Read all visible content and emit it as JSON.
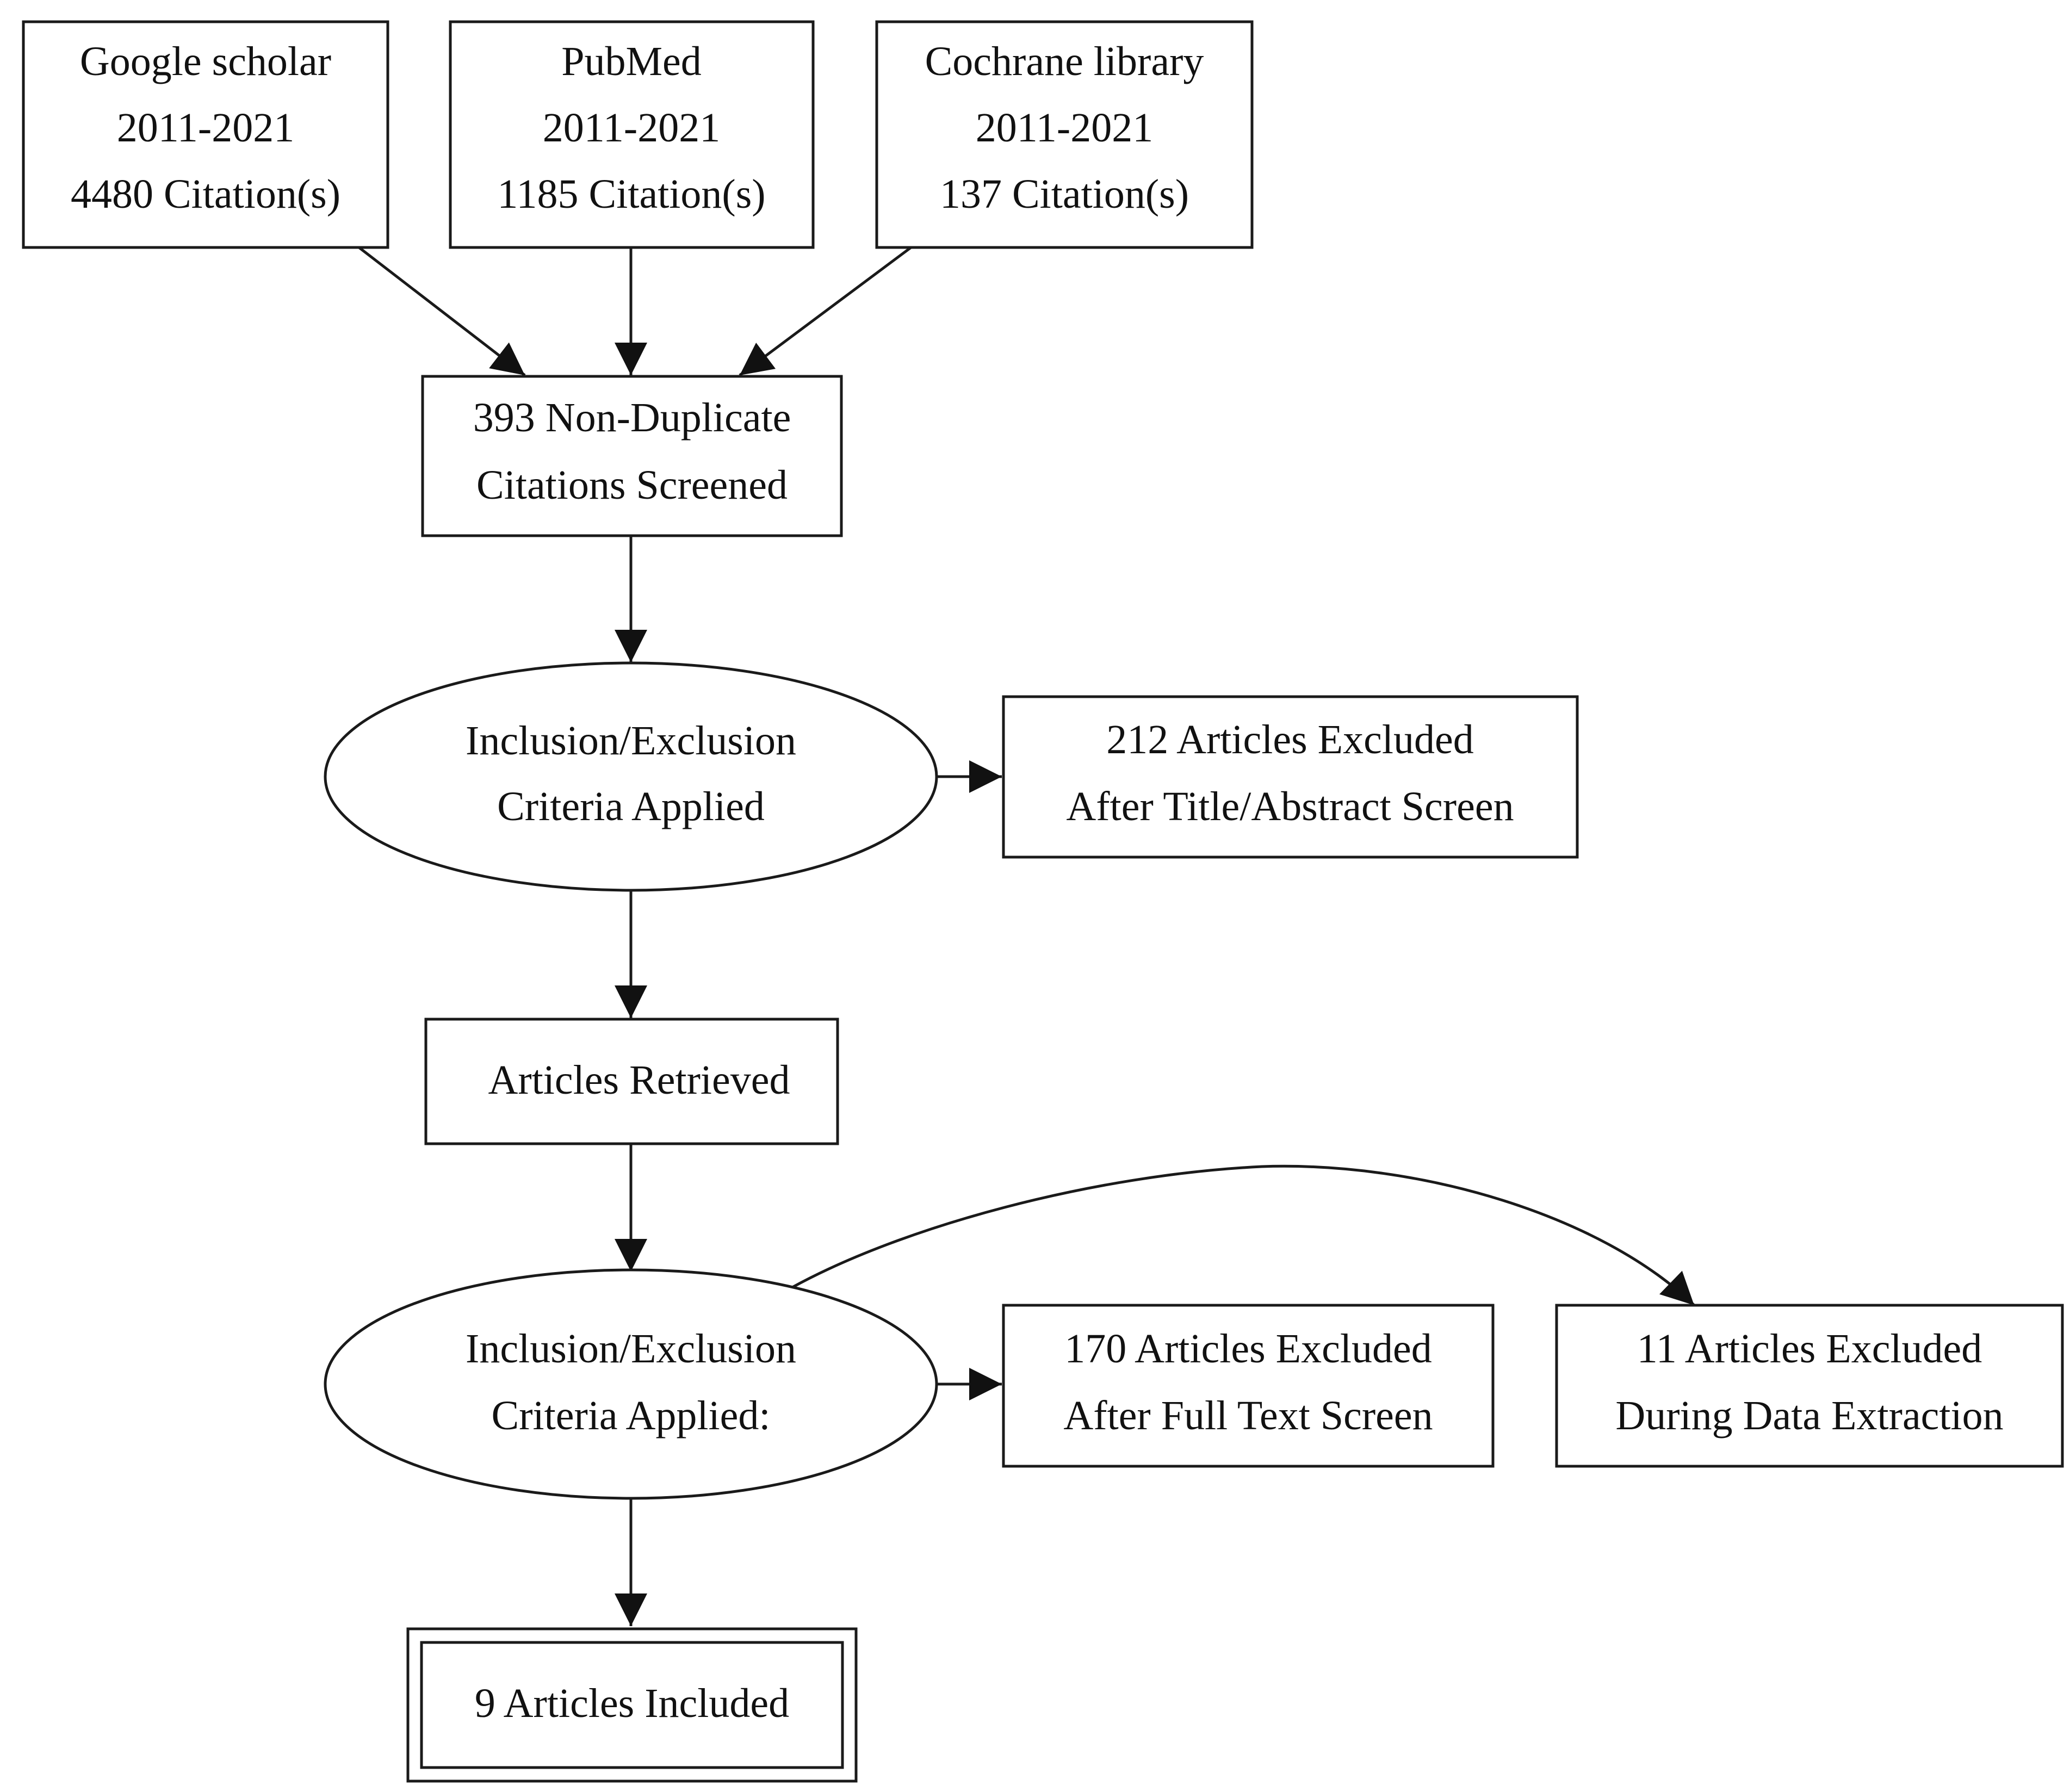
{
  "nodes": {
    "google_scholar": {
      "name": "Google scholar",
      "years": "2011-2021",
      "citations": "4480 Citation(s)"
    },
    "pubmed": {
      "name": "PubMed",
      "years": "2011-2021",
      "citations": "1185 Citation(s)"
    },
    "cochrane": {
      "name": "Cochrane library",
      "years": "2011-2021",
      "citations": "137 Citation(s)"
    },
    "screened": {
      "line1": "393 Non-Duplicate",
      "line2": "Citations Screened"
    },
    "criteria_1": {
      "line1": "Inclusion/Exclusion",
      "line2": "Criteria Applied"
    },
    "excluded_title_abstract": {
      "line1": "212 Articles Excluded",
      "line2": "After Title/Abstract Screen"
    },
    "retrieved": {
      "line1": "Articles Retrieved"
    },
    "criteria_2": {
      "line1": "Inclusion/Exclusion",
      "line2": "Criteria Applied:"
    },
    "excluded_full_text": {
      "line1": "170 Articles Excluded",
      "line2": "After Full Text Screen"
    },
    "excluded_extraction": {
      "line1": "11 Articles Excluded",
      "line2": "During Data Extraction"
    },
    "included": {
      "line1": "9 Articles Included"
    }
  },
  "edges": [
    {
      "from": "google_scholar",
      "to": "screened"
    },
    {
      "from": "pubmed",
      "to": "screened"
    },
    {
      "from": "cochrane",
      "to": "screened"
    },
    {
      "from": "screened",
      "to": "criteria_1"
    },
    {
      "from": "criteria_1",
      "to": "excluded_title_abstract"
    },
    {
      "from": "criteria_1",
      "to": "retrieved"
    },
    {
      "from": "retrieved",
      "to": "criteria_2"
    },
    {
      "from": "criteria_2",
      "to": "excluded_full_text"
    },
    {
      "from": "criteria_2",
      "to": "excluded_extraction"
    },
    {
      "from": "criteria_2",
      "to": "included"
    }
  ]
}
